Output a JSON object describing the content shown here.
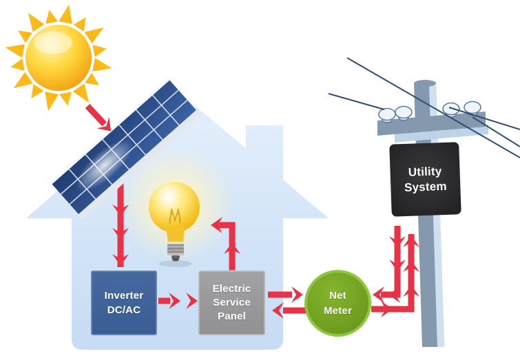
{
  "labels": {
    "inverter": {
      "line1": "Inverter",
      "line2": "DC/AC"
    },
    "service_panel": {
      "line1": "Electric",
      "line2": "Service",
      "line3": "Panel"
    },
    "net_meter": {
      "line1": "Net",
      "line2": "Meter"
    },
    "utility_system": {
      "line1": "Utility",
      "line2": "System"
    }
  },
  "icons": {
    "sun": "sun-icon",
    "solar_panel": "solar-panel-icon",
    "house": "house-icon",
    "light_bulb": "light-bulb-icon",
    "utility_pole": "utility-pole-icon",
    "power_lines": "power-lines-icon",
    "energy_flow": "red-arrow-icon"
  },
  "colors": {
    "arrow_red": "#ea3247",
    "house_blue_top": "#e6f0fc",
    "house_blue_bottom": "#c5dcf4",
    "inverter_blue": "#3e6399",
    "service_panel_gray": "#98989b",
    "net_meter_green": "#73a322",
    "net_meter_border_green": "#8dc63f",
    "utility_box_black": "#2a2a2c",
    "sun_yellow": "#ffd23e",
    "sun_orange": "#f1980a",
    "solar_panel_blue": "#2c4b85",
    "pole_blue_gray": "#8599ae",
    "bulb_yellow": "#f5c22e"
  }
}
